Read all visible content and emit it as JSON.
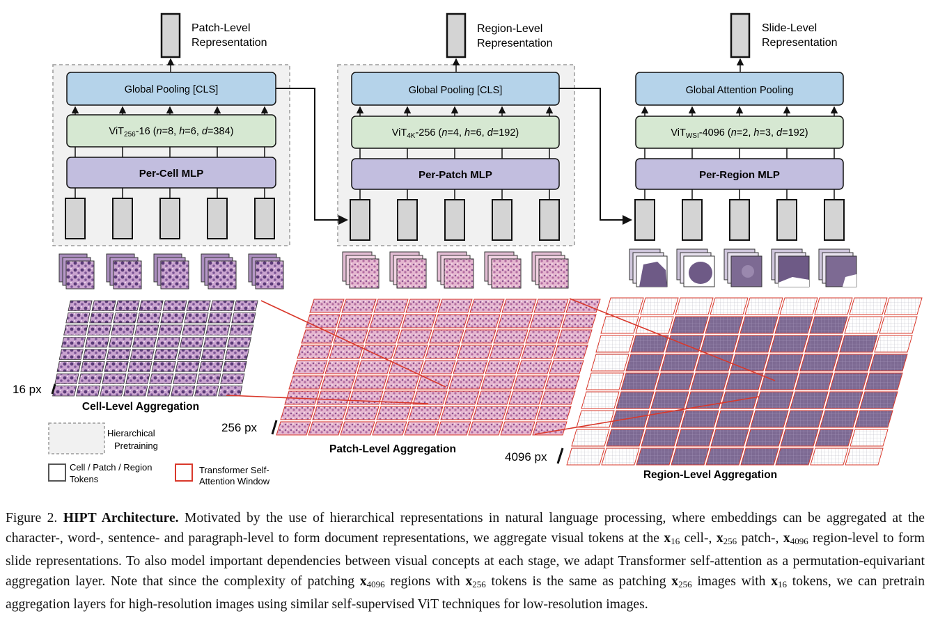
{
  "colors": {
    "pool_fill": "#b5d3ea",
    "vit_fill": "#d6e8d2",
    "mlp_fill": "#c2bedf",
    "token_fill": "#d4d4d4",
    "pretrain_fill": "#f1f1f1",
    "window_red": "#d9382b",
    "tissue_purple": "#7a4f8f",
    "tissue_pink": "#d9a0c0"
  },
  "stages": [
    {
      "output_label_1": "Patch-Level",
      "output_label_2": "Representation",
      "pool_label": "Global Pooling [CLS]",
      "vit_pre": "ViT",
      "vit_sub": "256",
      "vit_post": "-16 (",
      "n_var": "n",
      "n_val": "=8, ",
      "h_var": "h",
      "h_val": "=6, ",
      "d_var": "d",
      "d_val": "=384)",
      "mlp_label": "Per-Cell MLP",
      "aggregation_label": "Cell-Level Aggregation",
      "scale_label": "16 px"
    },
    {
      "output_label_1": "Region-Level",
      "output_label_2": "Representation",
      "pool_label": "Global Pooling [CLS]",
      "vit_pre": "ViT",
      "vit_sub": "4K",
      "vit_post": "-256 (",
      "n_var": "n",
      "n_val": "=4, ",
      "h_var": "h",
      "h_val": "=6, ",
      "d_var": "d",
      "d_val": "=192)",
      "mlp_label": "Per-Patch MLP",
      "aggregation_label": "Patch-Level Aggregation",
      "scale_label": "256 px"
    },
    {
      "output_label_1": "Slide-Level",
      "output_label_2": "Representation",
      "pool_label": "Global Attention Pooling",
      "vit_pre": "ViT",
      "vit_sub": "WSI",
      "vit_post": "-4096 (",
      "n_var": "n",
      "n_val": "=2, ",
      "h_var": "h",
      "h_val": "=3, ",
      "d_var": "d",
      "d_val": "=192)",
      "mlp_label": "Per-Region MLP",
      "aggregation_label": "Region-Level Aggregation",
      "scale_label": "4096 px"
    }
  ],
  "legend": {
    "pretrain_1": "Hierarchical",
    "pretrain_2": "Pretraining",
    "tokens_1": "Cell / Patch / Region",
    "tokens_2": "Tokens",
    "window_1": "Transformer Self-",
    "window_2": "Attention Window"
  },
  "caption": {
    "fig_label": "Figure 2.",
    "fig_title": "HIPT Architecture.",
    "t1": "Motivated by the use of hierarchical representations in natural language processing, where embeddings can be aggregated at the character-, word-, sentence- and paragraph-level to form document representations, we aggregate visual tokens at the",
    "x": "x",
    "s16": "16",
    "s256": "256",
    "s4096": "4096",
    "t2": "cell-,",
    "t3": "patch-,",
    "t4": "region-level to form slide representations. To also model important dependencies between visual concepts at each stage, we adapt Transformer self-attention as a permutation-equivariant aggregation layer. Note that since the complexity of patching",
    "t5": "regions with",
    "t6": "tokens is the same as patching",
    "t7": "images with",
    "t8": "tokens, we can pretrain aggregation layers for high-resolution images using similar self-supervised ViT techniques for low-resolution images."
  }
}
